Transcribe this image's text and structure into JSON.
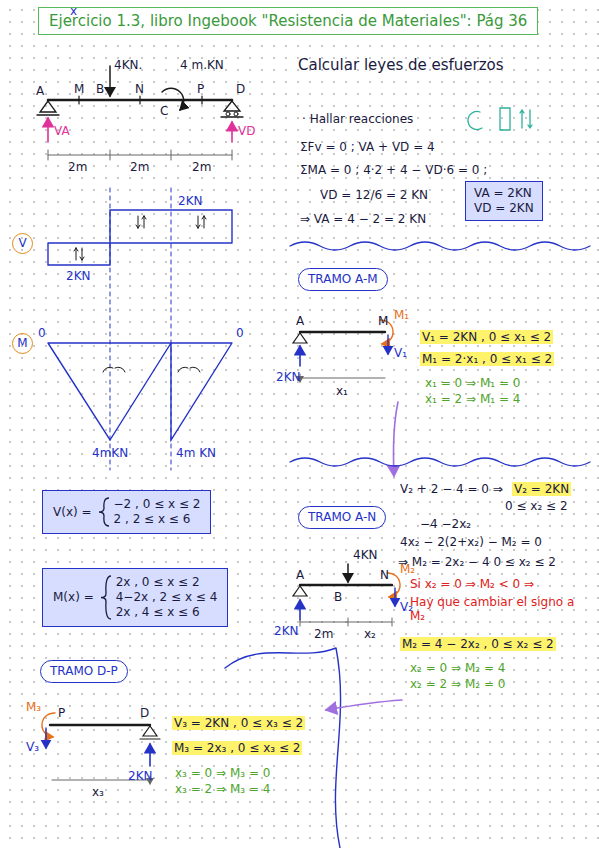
{
  "diagram": {
    "title": "Ejercicio 1.3, libro Ingebook \"Resistencia de Materiales\": Pág 36",
    "nodes": [
      {
        "text": [
          "V"
        ]
      },
      {
        "text": [
          "M"
        ]
      },
      {
        "text": [
          "VA = 2KN",
          "VD = 2KN"
        ]
      },
      {
        "text": [
          "V(x) =",
          "−2 ,  0 ≤ x ≤ 2",
          "2 ,  2 ≤ x ≤ 6"
        ]
      },
      {
        "text": [
          "M(x) =",
          "2x ,  0 ≤ x ≤ 2",
          "4−2x ,  2 ≤ x ≤ 4",
          "2x ,  4 ≤ x ≤ 6"
        ]
      },
      {
        "text": [
          "TRAMO A-M"
        ]
      },
      {
        "text": [
          "TRAMO A-N"
        ]
      },
      {
        "text": [
          "TRAMO D-P"
        ]
      }
    ],
    "labels": [
      "x",
      "A",
      "M",
      "B",
      "4KN.",
      "N",
      "4 m.KN",
      "C",
      "P",
      "D",
      "VA",
      "VD",
      "2m",
      "2m",
      "2m",
      "2KN",
      "2KN",
      "0",
      "0",
      "4mKN",
      "4m KN",
      "Calcular leyes de esfuerzos",
      "· Hallar reacciones",
      "ΣFv = 0 ;  VA + VD = 4",
      "ΣMA = 0 ;  4·2 + 4 − VD·6 = 0 ;",
      "VD = 12/6 = 2 KN",
      "⇒ VA = 4 − 2 = 2 KN",
      "A",
      "M",
      "M₁",
      "V₁",
      "2KN",
      "x₁",
      "V₁ = 2KN ,  0 ≤ x₁ ≤ 2",
      "M₁ = 2·x₁ ,  0 ≤ x₁ ≤ 2",
      "x₁ = 0 ⇒ M₁ = 0",
      "x₁ = 2 ⇒ M₁ = 4",
      "V₂ + 2 − 4 = 0 ⇒",
      "V₂ = 2KN",
      "0 ≤ x₂ ≤ 2",
      "−4 −2x₂",
      "4x₂ − 2(2+x₂) − M₂ = 0",
      "⇒ M₂ = 2x₂ − 4   0 ≤ x₂ ≤ 2",
      "Si x₂ = 0 ⇒ M₂ < 0 ⇒",
      "Hay que cambiar el signo a M₂",
      "M₂ = 4 − 2x₂ ,  0 ≤ x₂ ≤ 2",
      "x₂ = 0 ⇒ M₂ = 4",
      "x₂ = 2 ⇒ M₂ = 0",
      "A",
      "4KN",
      "B",
      "N",
      "M₂",
      "V₂",
      "2KN",
      "2m",
      "x₂",
      "M₃",
      "P",
      "D",
      "V₃",
      "2KN",
      "x₃",
      "V₃ = 2KN ,  0 ≤ x₃ ≤ 2",
      "M₃ = 2x₃ ,  0 ≤ x₃ ≤ 2",
      "x₃ = 0 ⇒ M₃ = 0",
      "x₃ = 2 ⇒ M₃ = 4"
    ]
  }
}
